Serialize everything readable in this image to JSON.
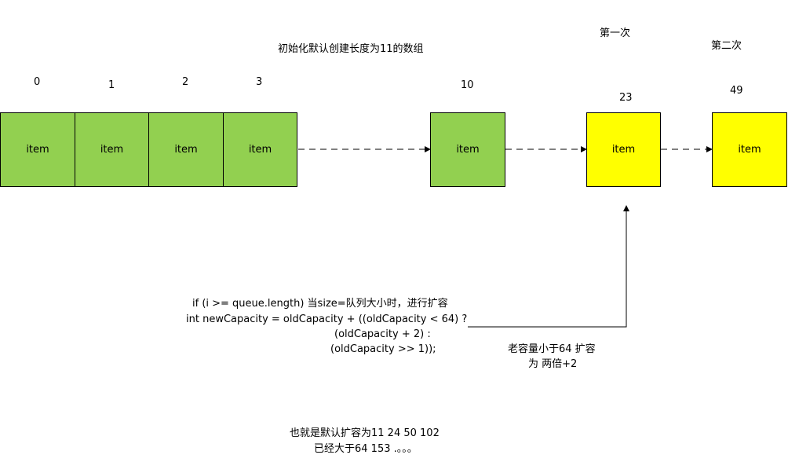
{
  "title": "初始化默认创建长度为11的数组",
  "first_label": "第一次",
  "second_label": "第二次",
  "indices": [
    "0",
    "1",
    "2",
    "3",
    "10",
    "23",
    "49"
  ],
  "item_label": "item",
  "code": {
    "line1": "if (i >= queue.length) 当size=队列大小时，进行扩容",
    "line2": "int newCapacity = oldCapacity + ((oldCapacity < 64) ?",
    "line3": "(oldCapacity + 2) :",
    "line4": "(oldCapacity >> 1));"
  },
  "note": {
    "line1": "老容量小于64 扩容",
    "line2": "为 两倍+2"
  },
  "summary": {
    "line1": "也就是默认扩容为11 24  50 102",
    "line2": "已经大于64 153 .。。。"
  },
  "colors": {
    "initial": "#92d050",
    "expanded": "#ffff00"
  }
}
